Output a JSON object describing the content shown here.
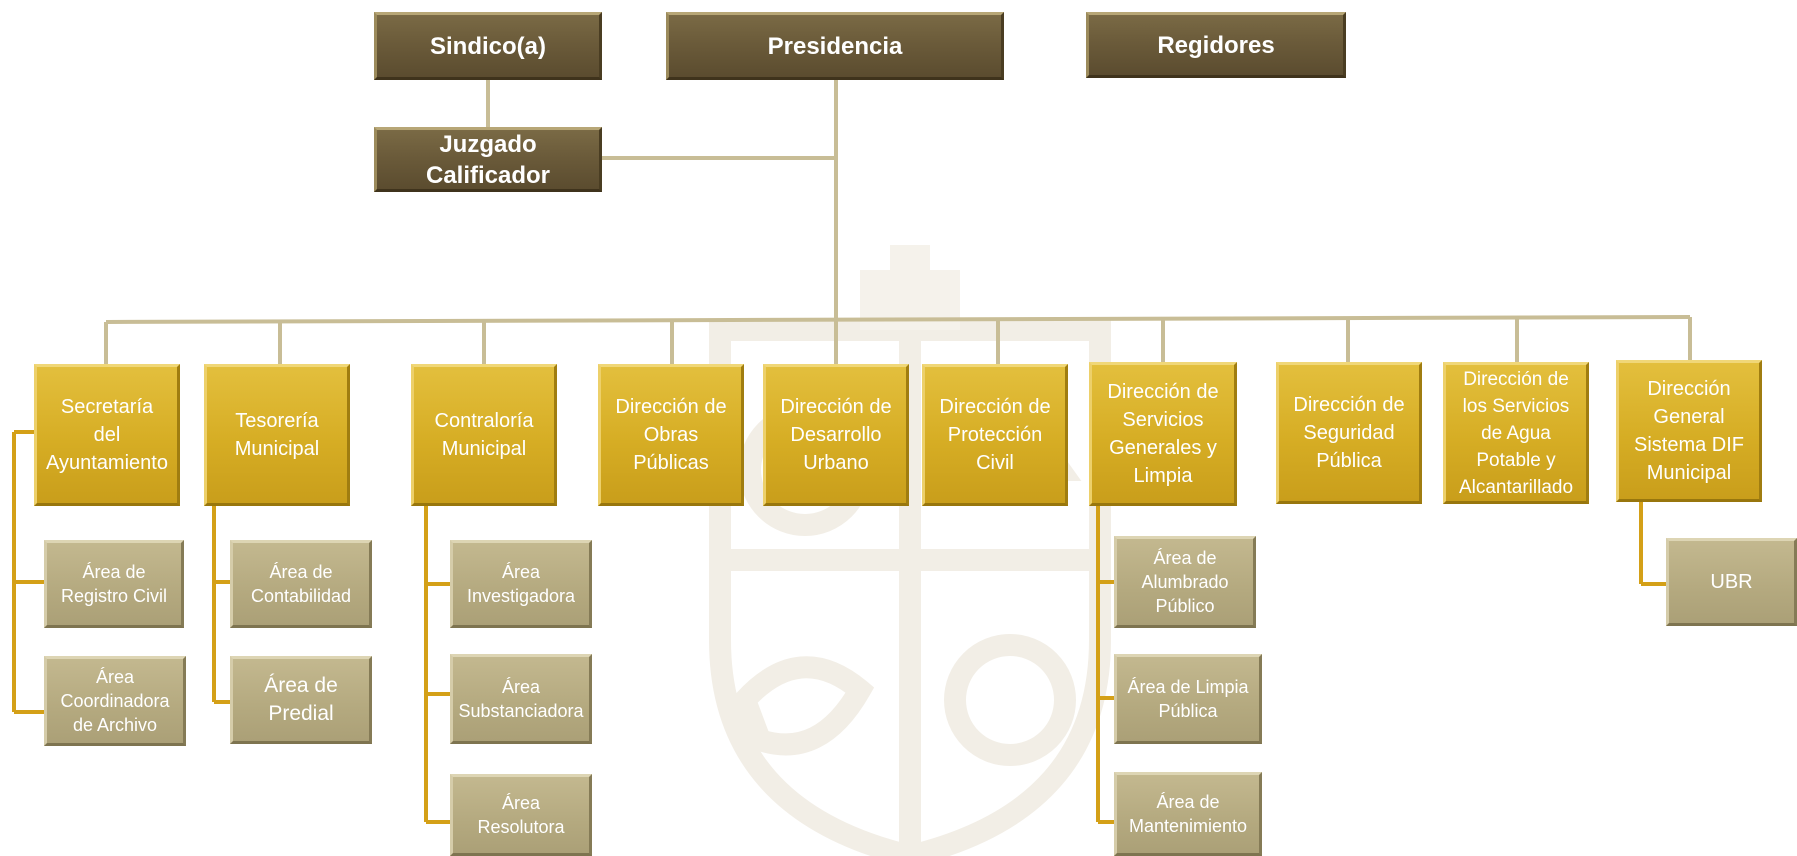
{
  "top": {
    "sindico": "Sindico(a)",
    "presidencia": "Presidencia",
    "regidores": "Regidores",
    "juzgado": "Juzgado\nCalificador"
  },
  "departments": [
    {
      "label": "Secretaría\ndel\nAyuntamiento",
      "subunits": [
        "Área de\nRegistro Civil",
        "Área\nCoordinadora\nde Archivo"
      ]
    },
    {
      "label": "Tesorería\nMunicipal",
      "subunits": [
        "Área de\nContabilidad",
        "Área de\nPredial"
      ]
    },
    {
      "label": "Contraloría\nMunicipal",
      "subunits": [
        "Área\nInvestigadora",
        "Área\nSubstanciadora",
        "Área\nResolutora"
      ]
    },
    {
      "label": "Dirección de\nObras\nPúblicas",
      "subunits": []
    },
    {
      "label": "Dirección de\nDesarrollo\nUrbano",
      "subunits": []
    },
    {
      "label": "Dirección de\nProtección\nCivil",
      "subunits": []
    },
    {
      "label": "Dirección de\nServicios\nGenerales y\nLimpia",
      "subunits": [
        "Área de\nAlumbrado\nPúblico",
        "Área de Limpia\nPública",
        "Área de\nMantenimiento"
      ]
    },
    {
      "label": "Dirección de\nSeguridad\nPública",
      "subunits": []
    },
    {
      "label": "Dirección  de\nlos Servicios\nde Agua\nPotable y\nAlcantarillado",
      "subunits": []
    },
    {
      "label": "Dirección\nGeneral\nSistema DIF\nMunicipal",
      "subunits": [
        "UBR"
      ]
    }
  ],
  "colors": {
    "top_box": "#6b5b3a",
    "department_box": "#d6ad24",
    "subunit_box": "#b4a97f",
    "main_connector": "#c8bd96",
    "sub_connector": "#d4a017",
    "watermark": "#f2eee6"
  }
}
